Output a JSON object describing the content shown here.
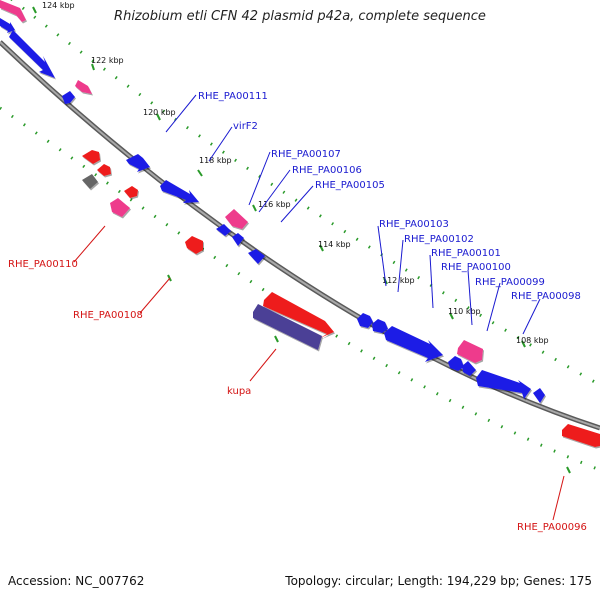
{
  "title": "Rhizobium etli CFN 42 plasmid p42a, complete sequence",
  "footer": {
    "accession": "Accession: NC_007762",
    "summary": "Topology: circular; Length: 194,229 bp; Genes: 175"
  },
  "colors": {
    "forward_gene": "#1f1fe6",
    "forward_label": "#1a1ad0",
    "reverse_gene": "#ee1c1c",
    "reverse_label": "#d41414",
    "pink_gene": "#ee3a8c",
    "purple_gene": "#4b4196",
    "gray_gene": "#666666",
    "backbone": "#8c8c8c",
    "tick": "#2a9a2a"
  },
  "ticks": [
    "124 kbp",
    "122 kbp",
    "120 kbp",
    "118 kbp",
    "116 kbp",
    "114 kbp",
    "112 kbp",
    "110 kbp",
    "108 kbp"
  ],
  "labels": {
    "forward": [
      "RHE_PA00111",
      "virF2",
      "RHE_PA00107",
      "RHE_PA00106",
      "RHE_PA00105",
      "RHE_PA00103",
      "RHE_PA00102",
      "RHE_PA00101",
      "RHE_PA00100",
      "RHE_PA00099",
      "RHE_PA00098"
    ],
    "reverse": [
      "RHE_PA00110",
      "RHE_PA00108",
      "kupa",
      "RHE_PA00096"
    ]
  }
}
